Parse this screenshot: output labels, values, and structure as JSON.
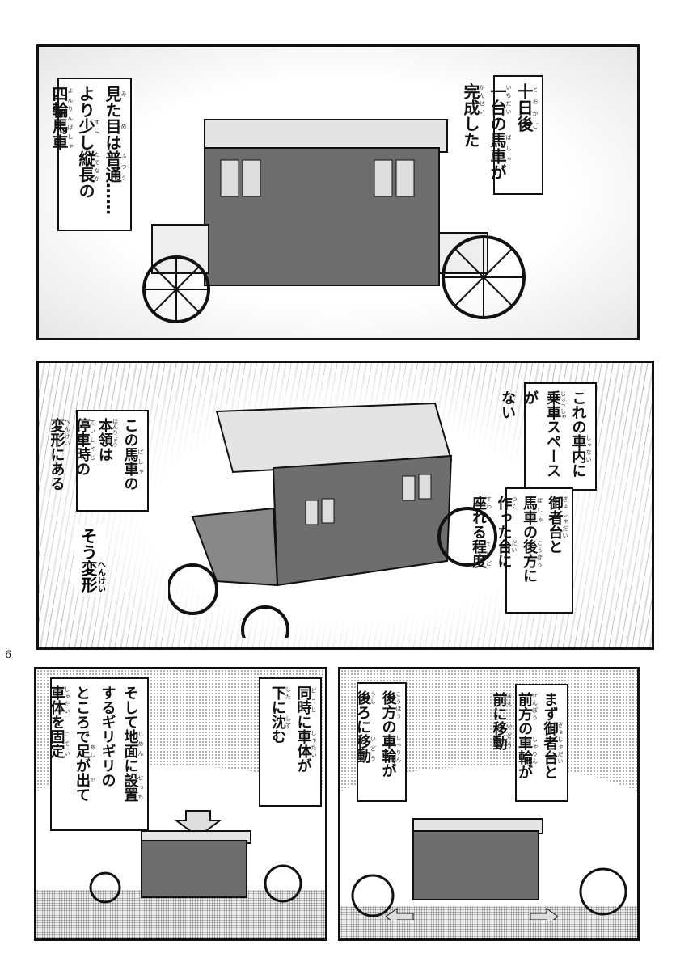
{
  "page_number": "6",
  "panel1": {
    "caption_right": [
      "{十日後|とおかご}",
      "{一台|いちだい}の{馬車|ばしゃ}が",
      "{完成|かんせい}した"
    ],
    "caption_left": [
      "{見|み}た{目|め}は{普通|ふつう}……",
      "より{少|すこ}し{縦長|たてなが}の",
      "{四輪馬車|よんりんばしゃ}"
    ]
  },
  "panel2": {
    "caption_right_top": [
      "これの{車内|しゃない}に",
      "{乗車|じょうしゃ}スペースが",
      "ない"
    ],
    "caption_right_bottom": [
      "{御者台|ぎょしゃだい}と",
      "{馬車|ばしゃ}の{後方|こうほう}に",
      "{作|つく}った{台|だい}に",
      "{座|すわ}れる{程度|ていど}"
    ],
    "caption_left": [
      "この{馬車|ばしゃ}の",
      "{本領|ほんりょう}は{停車時|ていしゃじ}の",
      "{変形|へんけい}にある"
    ],
    "caption_left_bottom": [
      "そう{変形|へんけい}"
    ]
  },
  "panel3": {
    "caption_right": [
      "まず{御者台|ぎょしゃだい}と",
      "{前方|ぜんぽう}の{車輪|しゃりん}が",
      "{前|まえ}に{移動|いどう}"
    ],
    "caption_left": [
      "{後方|こうほう}の{車輪|しゃりん}が",
      "{後|うし}ろに{移動|いどう}"
    ]
  },
  "panel4": {
    "caption_right": [
      "{同時|どうじ}に{車体|しゃたい}が",
      "{下|した}に{沈|しず}む"
    ],
    "caption_left": [
      "そして{地面|じめん}に{設置|せっち}",
      "するギリギリの",
      "ところで{足|あし}が{出|で}て",
      "{車体|しゃたい}を{固定|こてい}"
    ]
  },
  "colors": {
    "ink": "#111111",
    "carriage_body": "#6e6e6e",
    "roof": "#e4e4e4"
  }
}
